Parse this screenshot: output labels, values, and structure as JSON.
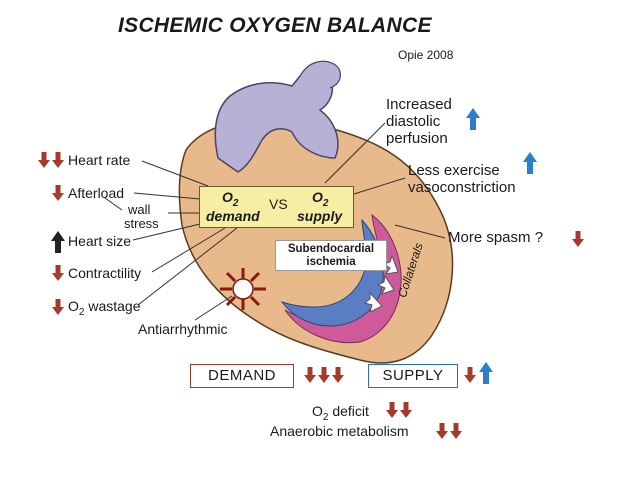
{
  "title": "ISCHEMIC OXYGEN BALANCE",
  "citation": "Opie 2008",
  "left_factors": {
    "heart_rate": "Heart rate",
    "afterload": "Afterload",
    "wall_stress_1": "wall",
    "wall_stress_2": "stress",
    "heart_size": "Heart size",
    "contractility": "Contractility",
    "o2_wastage": "wastage",
    "o2_prefix": "O",
    "o2_sub": "2",
    "antiarrhythmic": "Antiarrhythmic"
  },
  "right_factors": {
    "perfusion_1": "Increased",
    "perfusion_2": "diastolic",
    "perfusion_3": "perfusion",
    "vaso_1": "Less exercise",
    "vaso_2": "vasoconstriction",
    "spasm": "More spasm ?"
  },
  "balance": {
    "o2_left": "O",
    "o2_left_sub": "2",
    "demand": "demand",
    "vs": "VS",
    "o2_right": "O",
    "o2_right_sub": "2",
    "supply": "supply"
  },
  "ischemia": {
    "line1": "Subendocardial",
    "line2": "ischemia"
  },
  "collaterals": "Collaterals",
  "bottom": {
    "demand_label": "DEMAND",
    "supply_label": "SUPPLY",
    "deficit_prefix": "O",
    "deficit_sub": "2",
    "deficit_text": " deficit",
    "anaerobic": "Anaerobic metabolism"
  },
  "colors": {
    "down_arrow": "#a43b2a",
    "up_arrow": "#2a7fcc",
    "heart_tan": "#e8b98a",
    "aorta_purple": "#b7b1d6",
    "balance_box": "#f6efa3",
    "ischemia_blue": "#5a7dc4",
    "ischemia_pink": "#cf5a9a"
  }
}
